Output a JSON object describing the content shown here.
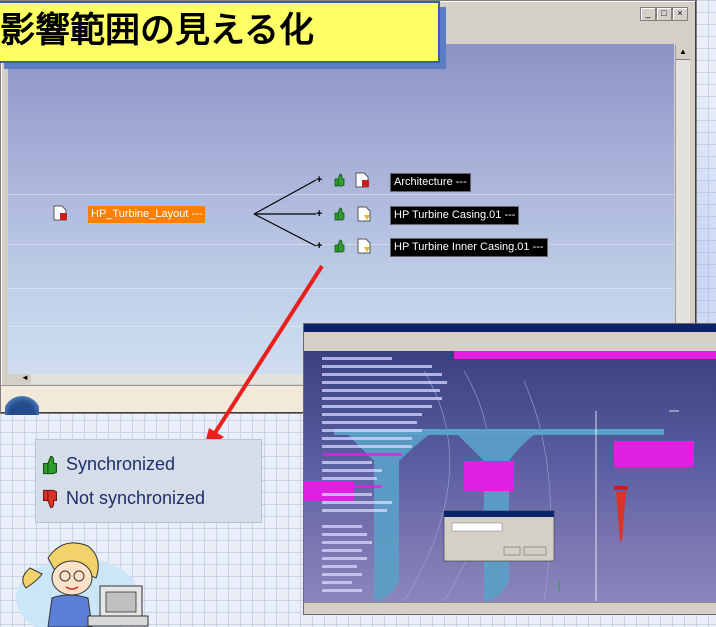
{
  "slide": {
    "title": "影響範囲の見える化"
  },
  "window": {
    "buttons": [
      "_",
      "□",
      "×"
    ],
    "scrollbar": {
      "up": "▲",
      "left": "◄"
    }
  },
  "tree": {
    "root": {
      "label": "HP_Turbine_Layout ---",
      "color": "#ff7f00"
    },
    "children": [
      {
        "label": "Architecture ---",
        "status": "not-synchronized"
      },
      {
        "label": "HP Turbine Casing.01 ---",
        "status": "synchronized"
      },
      {
        "label": "HP Turbine Inner Casing.01 ---",
        "status": "synchronized"
      }
    ]
  },
  "legend": {
    "items": [
      {
        "label": "Synchronized",
        "icon": "thumbs-up-icon",
        "color": "#2e9e2e"
      },
      {
        "label": "Not synchronized",
        "icon": "thumbs-down-icon",
        "color": "#d8342a"
      }
    ]
  },
  "inset": {
    "description_icon": "catia-screenshot",
    "tree_highlight_color": "#e020e0",
    "part_color": "#5aa0c8"
  },
  "colors": {
    "arrow": "#e8201e",
    "banner_bg": "#ffff66",
    "banner_border": "#3a5ea8",
    "canvas_top": "#8a93c4",
    "node_black": "#000000"
  }
}
